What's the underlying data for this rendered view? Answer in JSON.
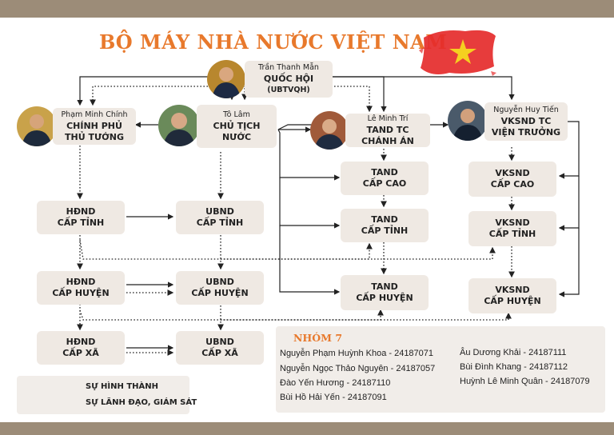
{
  "header": {
    "title": "BỘ MÁY NHÀ NƯỚC VIỆT NAM",
    "flag_colors": {
      "red": "#e52b2b",
      "star": "#f5d020"
    }
  },
  "people": {
    "quoc_hoi": {
      "name": "Trần Thanh Mẫn",
      "role_1": "QUỐC HỘI",
      "role_2": "(UBTVQH)"
    },
    "chinh_phu": {
      "name": "Phạm Minh Chính",
      "role_1": "CHÍNH PHỦ",
      "role_2": "THỦ TƯỚNG"
    },
    "chu_tich": {
      "name": "Tô Lâm",
      "role_1": "CHỦ TỊCH",
      "role_2": "NƯỚC"
    },
    "tand_tc": {
      "name": "Lê Minh Trí",
      "role_1": "TAND TC",
      "role_2": "CHÁNH ÁN"
    },
    "vksnd_tc": {
      "name": "Nguyễn Huy Tiến",
      "role_1": "VKSND TC",
      "role_2": "VIỆN TRƯỞNG"
    }
  },
  "boxes": {
    "hdnd_tinh": [
      "HĐND",
      "CẤP TỈNH"
    ],
    "hdnd_huyen": [
      "HĐND",
      "CẤP HUYỆN"
    ],
    "hdnd_xa": [
      "HĐND",
      "CẤP XÃ"
    ],
    "ubnd_tinh": [
      "UBND",
      "CẤP TỈNH"
    ],
    "ubnd_huyen": [
      "UBND",
      "CẤP HUYỆN"
    ],
    "ubnd_xa": [
      "UBND",
      "CẤP XÃ"
    ],
    "tand_cao": [
      "TAND",
      "CẤP CAO"
    ],
    "tand_tinh": [
      "TAND",
      "CẤP TỈNH"
    ],
    "tand_huyen": [
      "TAND",
      "CẤP HUYỆN"
    ],
    "vksnd_cao": [
      "VKSND",
      "CẤP CAO"
    ],
    "vksnd_tinh": [
      "VKSND",
      "CẤP TỈNH"
    ],
    "vksnd_huyen": [
      "VKSND",
      "CẤP HUYỆN"
    ]
  },
  "group": {
    "title": "NHÓM 7",
    "members_left": [
      "Nguyễn Phạm Huỳnh Khoa - 24187071",
      "Nguyễn Ngọc Thảo Nguyên - 24187057",
      "Đào Yến Hương - 24187110",
      "Bùi Hồ Hải Yến - 24187091"
    ],
    "members_right": [
      "Âu Dương Khải - 24187111",
      "Bùi Đình Khang - 24187112",
      "Huỳnh Lê Minh Quân - 24187079"
    ]
  },
  "legend": {
    "solid_label": "SỰ HÌNH THÀNH",
    "dotted_label": "SỰ LÃNH ĐẠO, GIÁM SÁT"
  }
}
